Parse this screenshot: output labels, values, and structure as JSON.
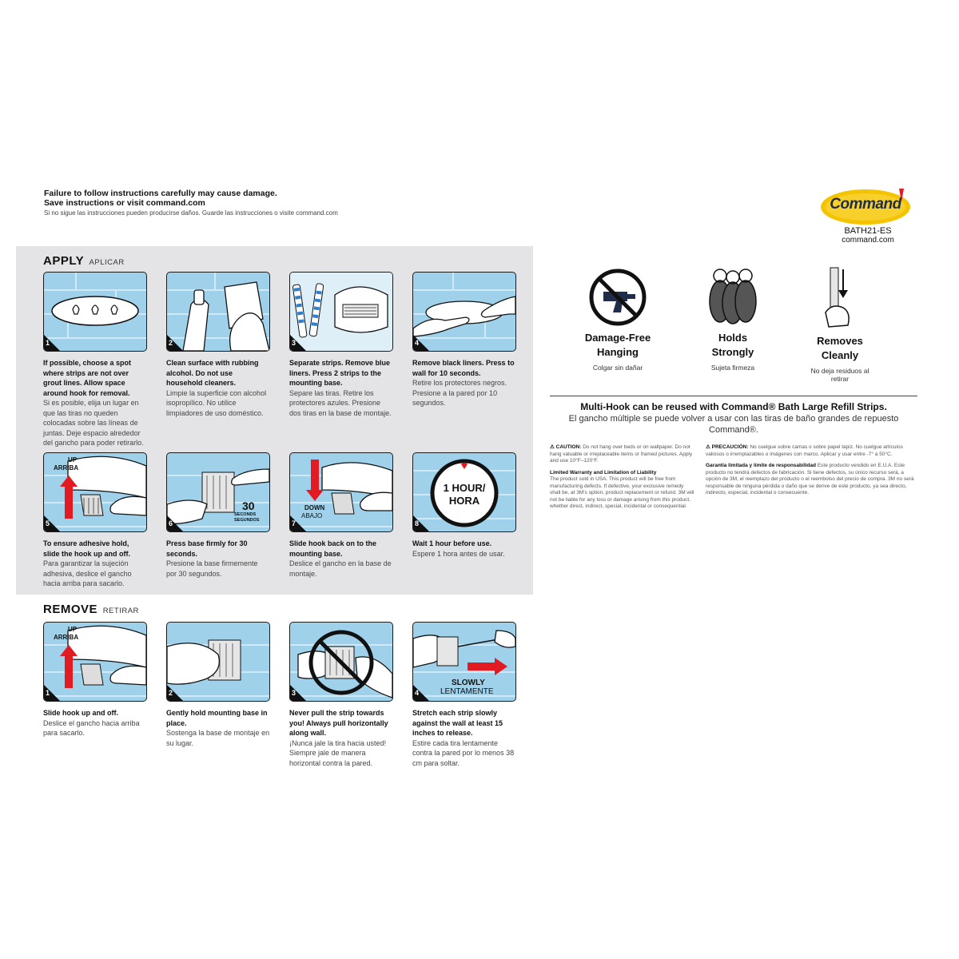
{
  "warning": {
    "line1": "Failure to follow instructions carefully may cause damage.",
    "line2": "Save instructions or visit command.com",
    "es": "Si no sigue las instrucciones pueden producirse daños. Guarde las instrucciones o visite command.com"
  },
  "apply": {
    "title": "APPLY",
    "subtitle": "APLICAR",
    "steps": [
      {
        "num": "1",
        "en": "If possible, choose a spot where strips are not over grout lines. Allow space around hook for removal.",
        "es": "Si es posible, elija un lugar en que las tiras no queden colocadas sobre las líneas de juntas. Deje espacio alrededor del gancho para poder retirarlo."
      },
      {
        "num": "2",
        "en": "Clean surface with rubbing alcohol. Do not use household cleaners.",
        "es": "Limpie la superficie con alcohol isopropílico. No utilice limpiadores de uso doméstico."
      },
      {
        "num": "3",
        "en": "Separate strips. Remove blue liners. Press 2 strips to the mounting base.",
        "es": "Separe las tiras. Retire los protectores azules. Presione dos tiras en la base de montaje."
      },
      {
        "num": "4",
        "en": "Remove black liners. Press to wall for 10 seconds.",
        "es": "Retire los protectores negros. Presione a la pared por 10 segundos."
      },
      {
        "num": "5",
        "en": "To ensure adhesive hold, slide the hook up and off.",
        "es": "Para garantizar la sujeción adhesiva, deslice el gancho hacia arriba para sacarlo."
      },
      {
        "num": "6",
        "en": "Press base firmly for 30 seconds.",
        "es": "Presione la base firmemente por 30 segundos."
      },
      {
        "num": "7",
        "en": "Slide hook back on to the mounting base.",
        "es": "Deslice el gancho en la base de montaje."
      },
      {
        "num": "8",
        "en": "Wait 1 hour before use.",
        "es": "Espere 1 hora antes de usar."
      }
    ],
    "labels": {
      "up": "UP",
      "arriba": "ARRIBA",
      "down": "DOWN",
      "abajo": "ABAJO",
      "thirty": "30",
      "seconds": "SECONDS",
      "segundos": "SEGUNDOS",
      "hour": "1 HOUR/",
      "hora": "HORA"
    }
  },
  "remove": {
    "title": "REMOVE",
    "subtitle": "RETIRAR",
    "steps": [
      {
        "num": "1",
        "en": "Slide hook up and off.",
        "es": "Deslice el gancho hacia arriba para sacarlo."
      },
      {
        "num": "2",
        "en": "Gently hold mounting base in place.",
        "es": "Sostenga la base de montaje en su lugar."
      },
      {
        "num": "3",
        "en": "Never pull the strip towards you! Always pull horizontally along wall.",
        "es": "¡Nunca jale la tira hacia usted! Siempre jale de manera horizontal contra la pared."
      },
      {
        "num": "4",
        "en": "Stretch each strip slowly against the wall at least 15 inches to release.",
        "es": "Estire cada tira lentamente contra la pared por lo menos 38 cm para soltar."
      }
    ],
    "labels": {
      "up": "UP",
      "arriba": "ARRIBA",
      "slowly": "SLOWLY",
      "lentamente": "LENTAMENTE"
    }
  },
  "brand": {
    "logo_text": "Command",
    "model": "BATH21-ES",
    "site": "command.com",
    "colors": {
      "yellow": "#f5c400",
      "red": "#e21b23",
      "blue": "#9fd1ea",
      "navy": "#1f2d4a"
    }
  },
  "features": [
    {
      "title1": "Damage-Free",
      "title2": "Hanging",
      "es": "Colgar sin dañar",
      "icon": "no-drill-icon"
    },
    {
      "title1": "Holds",
      "title2": "Strongly",
      "es": "Sujeta firmeza",
      "icon": "weights-icon"
    },
    {
      "title1": "Removes",
      "title2": "Cleanly",
      "es": "No deja residuos al retirar",
      "icon": "pull-tab-icon"
    }
  ],
  "reuse": {
    "en": "Multi-Hook can be reused with Command® Bath Large Refill Strips.",
    "es": "El gancho múltiple se puede volver a usar con las tiras de baño grandes de repuesto Command®."
  },
  "fineprint": {
    "caution_title": "CAUTION:",
    "caution": "Do not hang over beds or on wallpaper. Do not hang valuable or irreplaceable items or framed pictures. Apply and use 10°F–120°F.",
    "warranty_title": "Limited Warranty and Limitation of Liability",
    "warranty": "The product sold in USA. This product will be free from manufacturing defects. If defective, your exclusive remedy shall be, at 3M's option, product replacement or refund. 3M will not be liable for any loss or damage arising from this product, whether direct, indirect, special, incidental or consequential.",
    "precaucion_title": "PRECAUCIÓN:",
    "precaucion": "No cuelgue sobre camas o sobre papel tapiz. No cuelgue artículos valiosos o irremplazables o imágenes con marco. Aplicar y usar entre -7° a 50°C.",
    "garantia_title": "Garantía limitada y límite de responsabilidad",
    "garantia": "Este producto vendido en E.U.A. Este producto no tendrá defectos de fabricación. Si tiene defectos, su único recurso será, a opción de 3M, el reemplazo del producto o el reembolso del precio de compra. 3M no será responsable de ninguna pérdida o daño que se derive de este producto, ya sea directo, indirecto, especial, incidental o consecuente."
  }
}
